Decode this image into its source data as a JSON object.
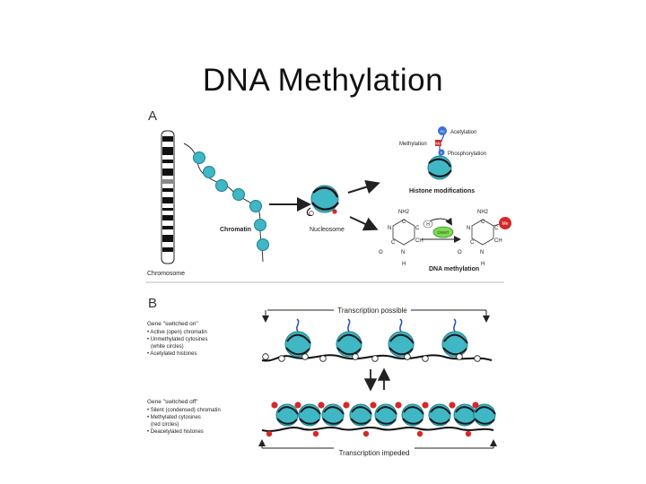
{
  "slide": {
    "title": "DNA Methylation"
  },
  "panel_a": {
    "label": "A",
    "chromosome": "Chromosome",
    "chromatin": "Chromatin",
    "nucleosome": "Nucleosome",
    "histone_modifications": "Histone modifications",
    "acetylation": "Acetylation",
    "methylation": "Methylation",
    "phosphorylation": "Phosphorylation",
    "dna_methylation": "DNA methylation",
    "tag_ac": "Ac",
    "tag_me": "Me",
    "tag_p": "P",
    "enzyme": "DNMT",
    "chem_nh2": "NH2",
    "chem_n": "N",
    "chem_c": "C",
    "chem_ch": "CH",
    "chem_o": "O",
    "chem_h": "H"
  },
  "panel_b": {
    "label": "B",
    "transcription_possible": "Transcription possible",
    "transcription_impeded": "Transcription impeded",
    "on": {
      "heading": "Gene \"switched on\"",
      "items": [
        "• Active (open) chromatin",
        "• Unmethylated cytosines",
        "  (white circles)",
        "• Acetylated histones"
      ]
    },
    "off": {
      "heading": "Gene \"switched off\"",
      "items": [
        "• Silent (condensed) chromatin",
        "• Methylated cytosines",
        "  (red circles)",
        "• Deacetylated histones"
      ]
    }
  },
  "colors": {
    "histone": "#3fb7c4",
    "histone_dark": "#1f7f8c",
    "dna": "#1a1a1a",
    "methyl": "#d62828",
    "acetyl": "#3a6fd8",
    "enzyme": "#7ed957",
    "tail": "#2a55b0"
  }
}
